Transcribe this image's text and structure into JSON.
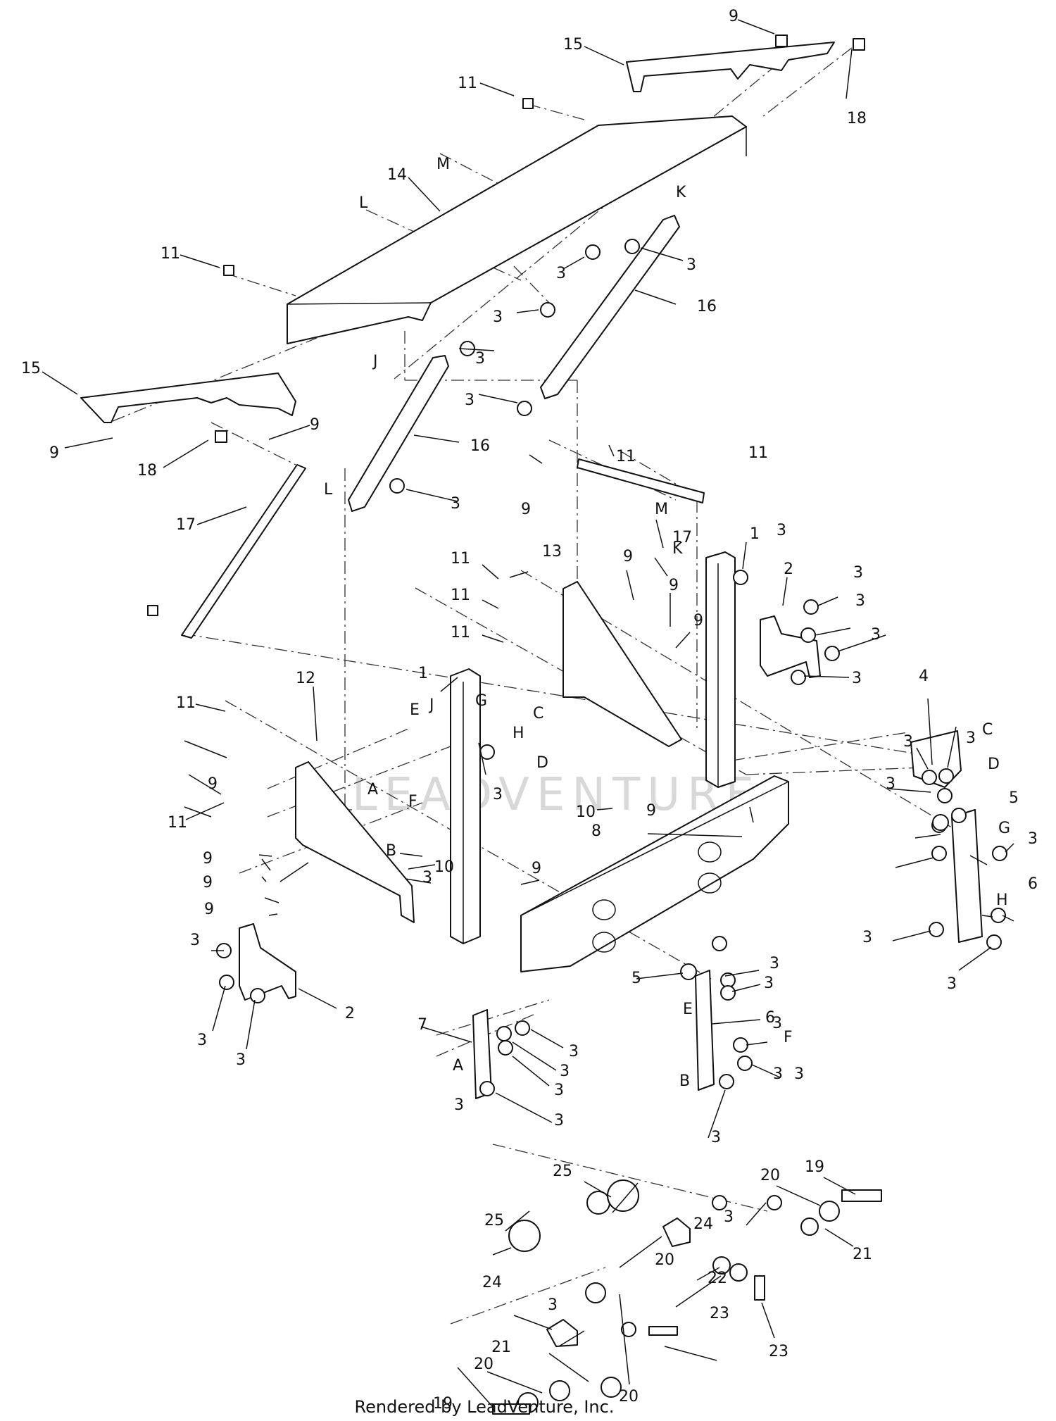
{
  "watermark": "LEADVENTURE",
  "credit": "Rendered by LeadVenture, Inc.",
  "stroke_color": "#111111",
  "labels": [
    {
      "t": "9"
    },
    {
      "t": "15"
    },
    {
      "t": "18"
    },
    {
      "t": "11"
    },
    {
      "t": "M"
    },
    {
      "t": "14"
    },
    {
      "t": "K"
    },
    {
      "t": "L"
    },
    {
      "t": "11"
    },
    {
      "t": "3"
    },
    {
      "t": "3"
    },
    {
      "t": "16"
    },
    {
      "t": "3"
    },
    {
      "t": "3"
    },
    {
      "t": "J"
    },
    {
      "t": "15"
    },
    {
      "t": "3"
    },
    {
      "t": "9"
    },
    {
      "t": "18"
    },
    {
      "t": "9"
    },
    {
      "t": "16"
    },
    {
      "t": "L"
    },
    {
      "t": "3"
    },
    {
      "t": "11"
    },
    {
      "t": "17"
    },
    {
      "t": "9"
    },
    {
      "t": "M"
    },
    {
      "t": "17"
    },
    {
      "t": "11"
    },
    {
      "t": "13"
    },
    {
      "t": "9"
    },
    {
      "t": "1"
    },
    {
      "t": "3"
    },
    {
      "t": "K"
    },
    {
      "t": "2"
    },
    {
      "t": "3"
    },
    {
      "t": "9"
    },
    {
      "t": "11"
    },
    {
      "t": "3"
    },
    {
      "t": "9"
    },
    {
      "t": "11"
    },
    {
      "t": "3"
    },
    {
      "t": "3"
    },
    {
      "t": "G"
    },
    {
      "t": "12"
    },
    {
      "t": "11"
    },
    {
      "t": "1"
    },
    {
      "t": "J"
    },
    {
      "t": "C"
    },
    {
      "t": "H"
    },
    {
      "t": "E"
    },
    {
      "t": "4"
    },
    {
      "t": "3"
    },
    {
      "t": "3"
    },
    {
      "t": "C"
    },
    {
      "t": "11"
    },
    {
      "t": "3"
    },
    {
      "t": "D"
    },
    {
      "t": "D"
    },
    {
      "t": "3"
    },
    {
      "t": "10"
    },
    {
      "t": "5"
    },
    {
      "t": "9"
    },
    {
      "t": "A"
    },
    {
      "t": "F"
    },
    {
      "t": "11"
    },
    {
      "t": "G"
    },
    {
      "t": "8"
    },
    {
      "t": "3"
    },
    {
      "t": "6"
    },
    {
      "t": "H"
    },
    {
      "t": "9"
    },
    {
      "t": "9"
    },
    {
      "t": "B"
    },
    {
      "t": "10"
    },
    {
      "t": "9"
    },
    {
      "t": "9"
    },
    {
      "t": "3"
    },
    {
      "t": "3"
    },
    {
      "t": "9"
    },
    {
      "t": "3"
    },
    {
      "t": "3"
    },
    {
      "t": "3"
    },
    {
      "t": "2"
    },
    {
      "t": "3"
    },
    {
      "t": "5"
    },
    {
      "t": "3"
    },
    {
      "t": "3"
    },
    {
      "t": "3"
    },
    {
      "t": "E"
    },
    {
      "t": "6"
    },
    {
      "t": "7"
    },
    {
      "t": "3"
    },
    {
      "t": "A"
    },
    {
      "t": "3"
    },
    {
      "t": "3"
    },
    {
      "t": "3"
    },
    {
      "t": "3"
    },
    {
      "t": "3"
    },
    {
      "t": "F"
    },
    {
      "t": "B"
    },
    {
      "t": "3"
    },
    {
      "t": "3"
    },
    {
      "t": "25"
    },
    {
      "t": "19"
    },
    {
      "t": "20"
    },
    {
      "t": "25"
    },
    {
      "t": "3"
    },
    {
      "t": "24"
    },
    {
      "t": "21"
    },
    {
      "t": "20"
    },
    {
      "t": "24"
    },
    {
      "t": "22"
    },
    {
      "t": "23"
    },
    {
      "t": "3"
    },
    {
      "t": "23"
    },
    {
      "t": "20"
    },
    {
      "t": "21"
    },
    {
      "t": "19"
    },
    {
      "t": "20"
    }
  ]
}
